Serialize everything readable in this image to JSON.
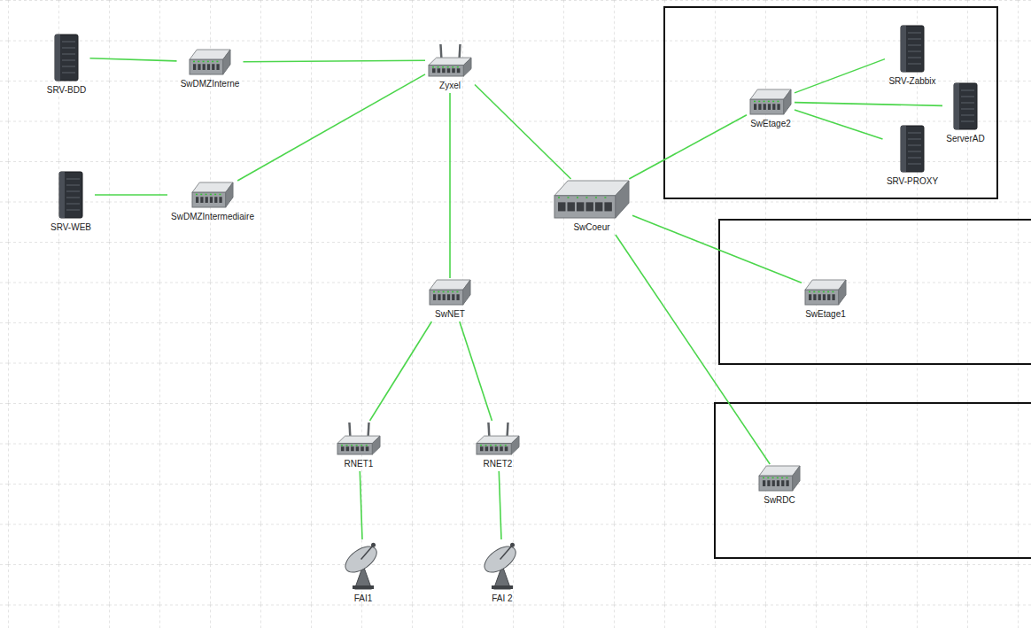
{
  "diagram": {
    "nodes": [
      {
        "text": [
          "SRV-BDD"
        ]
      },
      {
        "text": [
          "SwDMZInterne"
        ]
      },
      {
        "text": [
          "Zyxel"
        ]
      },
      {
        "text": [
          "SRV-Zabbix"
        ]
      },
      {
        "text": [
          "SwEtage2"
        ]
      },
      {
        "text": [
          "ServerAD"
        ]
      },
      {
        "text": [
          "SRV-WEB"
        ]
      },
      {
        "text": [
          "SwDMZIntermediaire"
        ]
      },
      {
        "text": [
          "SwCoeur"
        ]
      },
      {
        "text": [
          "SRV-PROXY"
        ]
      },
      {
        "text": [
          "SwNET"
        ]
      },
      {
        "text": [
          "SwEtage1"
        ]
      },
      {
        "text": [
          "SwRDC"
        ]
      },
      {
        "text": [
          "RNET1"
        ]
      },
      {
        "text": [
          "RNET2"
        ]
      },
      {
        "text": [
          "FAI1"
        ]
      },
      {
        "text": [
          "FAI 2"
        ]
      }
    ],
    "edges": [
      {
        "from": 0,
        "to": 1,
        "arrow": "none"
      },
      {
        "from": 1,
        "to": 2,
        "arrow": "none"
      },
      {
        "from": 7,
        "to": 2,
        "arrow": "none"
      },
      {
        "from": 6,
        "to": 7,
        "arrow": "none"
      },
      {
        "from": 2,
        "to": 10,
        "arrow": "none"
      },
      {
        "from": 2,
        "to": 8,
        "arrow": "none"
      },
      {
        "from": 8,
        "to": 4,
        "arrow": "none"
      },
      {
        "from": 8,
        "to": 11,
        "arrow": "none"
      },
      {
        "from": 8,
        "to": 12,
        "arrow": "none"
      },
      {
        "from": 4,
        "to": 3,
        "arrow": "none"
      },
      {
        "from": 4,
        "to": 5,
        "arrow": "none"
      },
      {
        "from": 4,
        "to": 9,
        "arrow": "none"
      },
      {
        "from": 10,
        "to": 13,
        "arrow": "none"
      },
      {
        "from": 10,
        "to": 14,
        "arrow": "none"
      },
      {
        "from": 13,
        "to": 15,
        "arrow": "none"
      },
      {
        "from": 14,
        "to": 16,
        "arrow": "none"
      }
    ]
  }
}
